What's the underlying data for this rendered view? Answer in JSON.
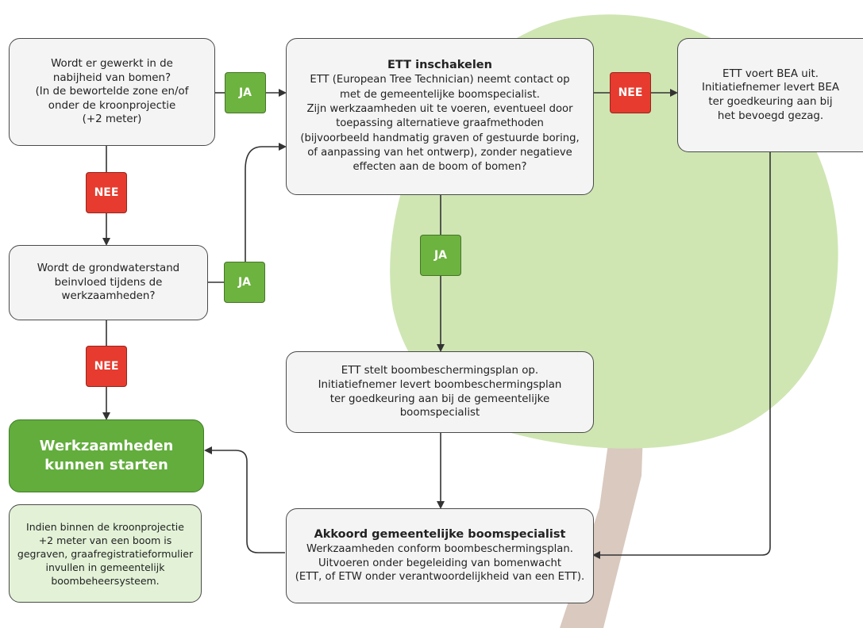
{
  "colors": {
    "ja_badge": "#6db33f",
    "nee_badge": "#e63b2e",
    "start_box": "#62ad3c",
    "note_box": "#e3f2d7",
    "tree_canopy": "#cfe6b3",
    "tree_trunk": "#d9c9bf",
    "box_fill": "#f3f4f3"
  },
  "boxes": {
    "q_trees": {
      "lines": [
        "Wordt er gewerkt in de",
        "nabijheid van bomen?",
        "(In de bewortelde zone en/of",
        "onder de kroonprojectie",
        "(+2 meter)"
      ]
    },
    "ett_inschakelen": {
      "title": "ETT inschakelen",
      "lines": [
        "ETT (European Tree Technician) neemt contact op",
        "met de gemeentelijke boomspecialist.",
        "Zijn werkzaamheden uit te voeren, eventueel door",
        "toepassing alternatieve graafmethoden",
        "(bijvoorbeeld handmatig graven of gestuurde boring,",
        "of aanpassing van het ontwerp), zonder negatieve",
        "effecten aan de boom of bomen?"
      ]
    },
    "ett_bea": {
      "lines": [
        "ETT voert BEA uit.",
        "Initiatiefnemer levert BEA",
        "ter goedkeuring aan bij",
        "het bevoegd gezag."
      ]
    },
    "q_groundwater": {
      "lines": [
        "Wordt de grondwaterstand",
        "beinvloed tijdens de",
        "werkzaamheden?"
      ]
    },
    "boombeschermingsplan": {
      "lines": [
        "ETT stelt boombeschermingsplan op.",
        "Initiatiefnemer levert boombeschermingsplan",
        "ter goedkeuring aan bij de gemeentelijke",
        "boomspecialist"
      ]
    },
    "start": {
      "lines": [
        "Werkzaamheden",
        "kunnen starten"
      ]
    },
    "akkoord": {
      "title": "Akkoord gemeentelijke boomspecialist",
      "lines": [
        "Werkzaamheden conform boombeschermingsplan.",
        "Uitvoeren onder begeleiding van bomenwacht",
        "(ETT, of ETW onder verantwoordelijkheid van een ETT)."
      ]
    },
    "note": {
      "lines": [
        "Indien binnen de kroonprojectie",
        "+2 meter van een boom is",
        "gegraven, graafregistratieformulier",
        "invullen in gemeentelijk",
        "boombeheersysteem."
      ]
    }
  },
  "badges": {
    "ja_1": "JA",
    "nee_1": "NEE",
    "nee_2": "NEE",
    "ja_2": "JA",
    "nee_3": "NEE",
    "ja_3": "JA"
  }
}
